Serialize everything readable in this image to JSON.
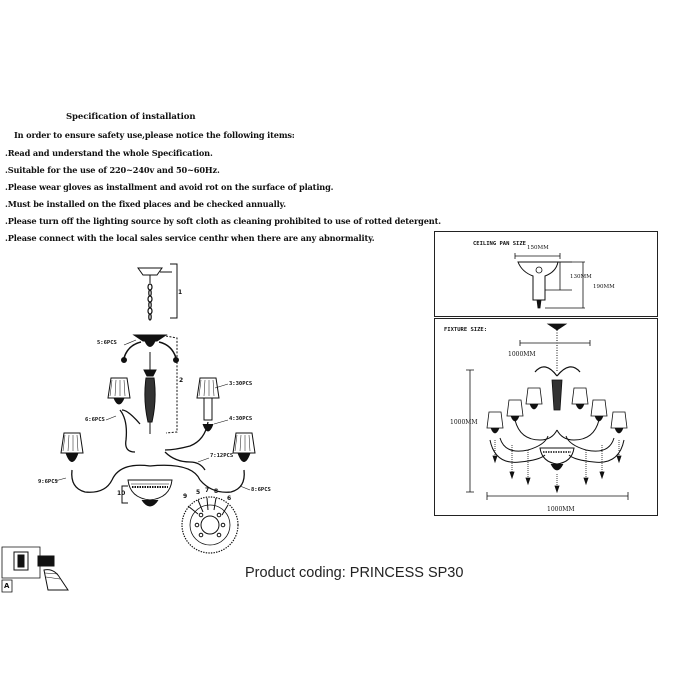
{
  "spec": {
    "title": "Specification of installation",
    "intro": "In order to ensure safety use,please notice the following items:",
    "items": [
      ".Read and understand the whole Specification.",
      ".Suitable for the use of 220~240v and 50~60Hz.",
      ".Please wear gloves as installment and avoid rot on the surface of plating.",
      ".Must be installed on the fixed places and be checked annually.",
      ".Please turn off the lighting source by soft cloth as cleaning prohibited to use of rotted detergent.",
      ".Please connect with the local sales service centhr when there are any abnormality."
    ]
  },
  "assembly": {
    "parts": {
      "p3": "3:30PCS",
      "p4": "4:30PCS",
      "p5": "5:6PCS",
      "p6": "6:6PCS",
      "p7": "7:12PCS",
      "p8": "8:6PCS",
      "p9": "9:6PCS"
    },
    "numbers": {
      "n1": "1",
      "n2": "2",
      "n10": "10"
    },
    "dial_numbers": [
      "9",
      "5",
      "7",
      "8",
      "6"
    ],
    "warning_letter": "A"
  },
  "product": {
    "coding": "Product coding: PRINCESS SP30"
  },
  "ceiling": {
    "title": "CEILING PAN SIZE",
    "width": "150MM",
    "height_inner": "130MM",
    "height_outer": "190MM"
  },
  "fixture": {
    "title": "FIXTURE SIZE:",
    "top": "1000MM",
    "height": "1000MM",
    "width": "1000MM"
  },
  "colors": {
    "ink": "#111111",
    "frame": "#222222"
  }
}
